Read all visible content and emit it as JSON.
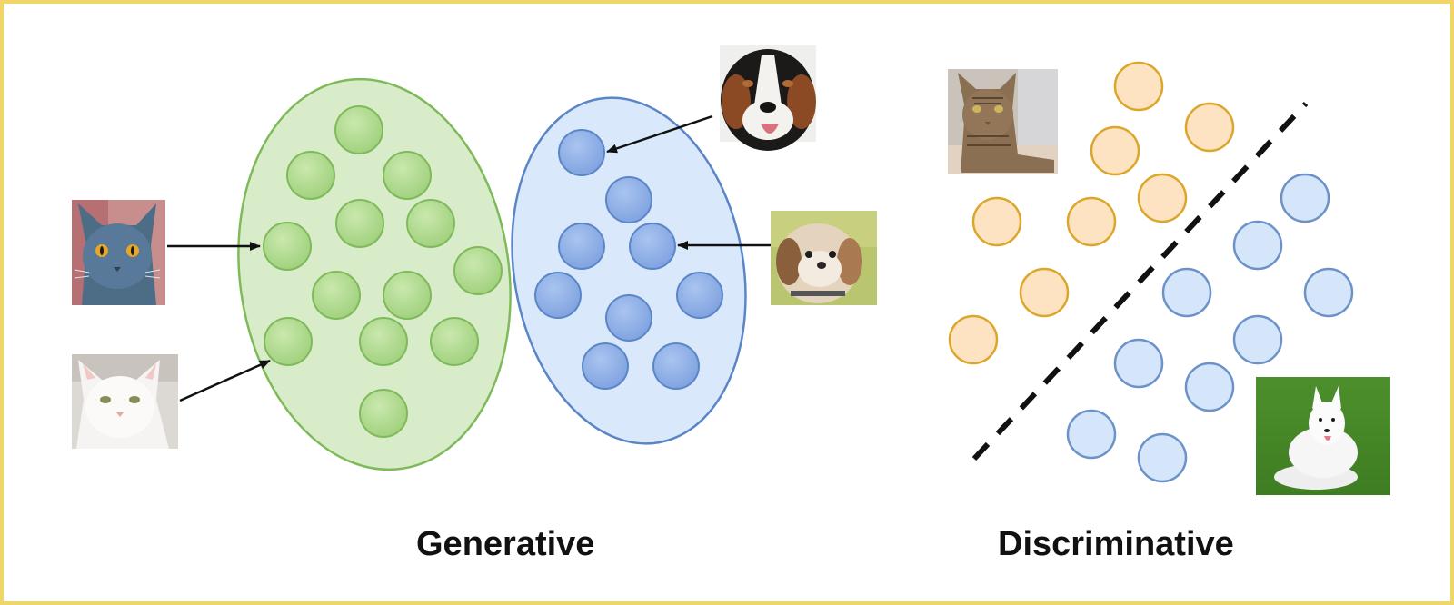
{
  "labels": {
    "generative": "Generative",
    "discriminative": "Discriminative"
  },
  "colors": {
    "frame": "#f0d66a",
    "green_fill": "#b7dd98",
    "green_stroke": "#7fba5a",
    "green_region_fill": "#d9ecc9",
    "blue_fill": "#8fb0e8",
    "blue_stroke": "#5a86c7",
    "blue_region_fill": "#dae8fb",
    "orange_fill": "#fde3c2",
    "orange_stroke": "#dba62a",
    "light_blue_fill": "#d5e6fb",
    "light_blue_stroke": "#6c92c8",
    "arrow": "#111111",
    "divider": "#111111"
  },
  "icons": {
    "cat_gray": "gray-cat-photo",
    "cat_white": "white-cat-photo",
    "dog_bernese": "bernese-dog-photo",
    "dog_shihtzu": "shih-tzu-dog-photo",
    "cat_tabby": "tabby-cat-photo",
    "dog_samoyed": "white-dog-on-grass-photo"
  }
}
